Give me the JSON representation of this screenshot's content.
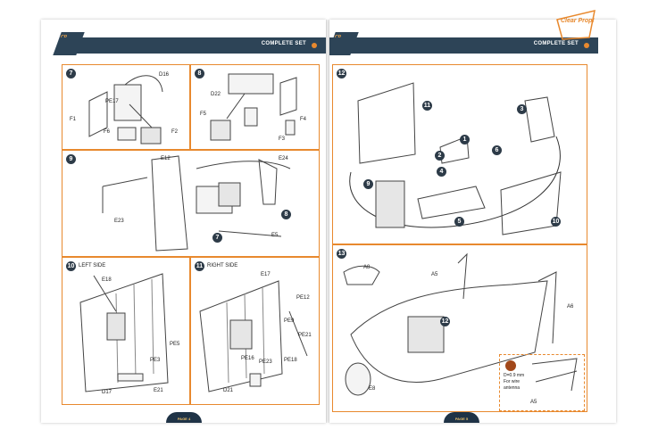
{
  "left_page": {
    "header": "COMPLETE SET",
    "footer": "PAGE 4",
    "steps": {
      "s7": {
        "num": "7",
        "labels": [
          "D16",
          "PE17",
          "F1",
          "F6",
          "F2"
        ]
      },
      "s8": {
        "num": "8",
        "labels": [
          "D22",
          "F5",
          "F4",
          "F3"
        ]
      },
      "s9": {
        "num": "9",
        "labels": [
          "E12",
          "E24",
          "E23",
          "E5"
        ],
        "callouts": [
          "7",
          "8"
        ]
      },
      "s10": {
        "num": "10",
        "side": "LEFT SIDE",
        "labels": [
          "E18",
          "D17",
          "E21",
          "PE5",
          "PE3"
        ]
      },
      "s11": {
        "num": "11",
        "side": "RIGHT SIDE",
        "labels": [
          "E17",
          "PE12",
          "PE9",
          "PE21",
          "PE16",
          "PE23",
          "PE18",
          "D21"
        ]
      }
    }
  },
  "right_page": {
    "header": "COMPLETE SET",
    "footer": "PAGE 5",
    "brand": "Clear Prop!",
    "steps": {
      "s12": {
        "num": "12",
        "callouts": [
          "11",
          "1",
          "2",
          "3",
          "4",
          "5",
          "6",
          "9",
          "10"
        ]
      },
      "s13": {
        "num": "13",
        "labels": [
          "A8",
          "A5",
          "A6",
          "E8"
        ],
        "callouts": [
          "12"
        ],
        "note": {
          "line1": "D=0.9 mm",
          "line2": "For wire",
          "line3": "antenna",
          "part": "A5"
        }
      }
    }
  },
  "colors": {
    "accent": "#e8892e",
    "header": "#2d4457",
    "badge": "#2d3b48"
  }
}
